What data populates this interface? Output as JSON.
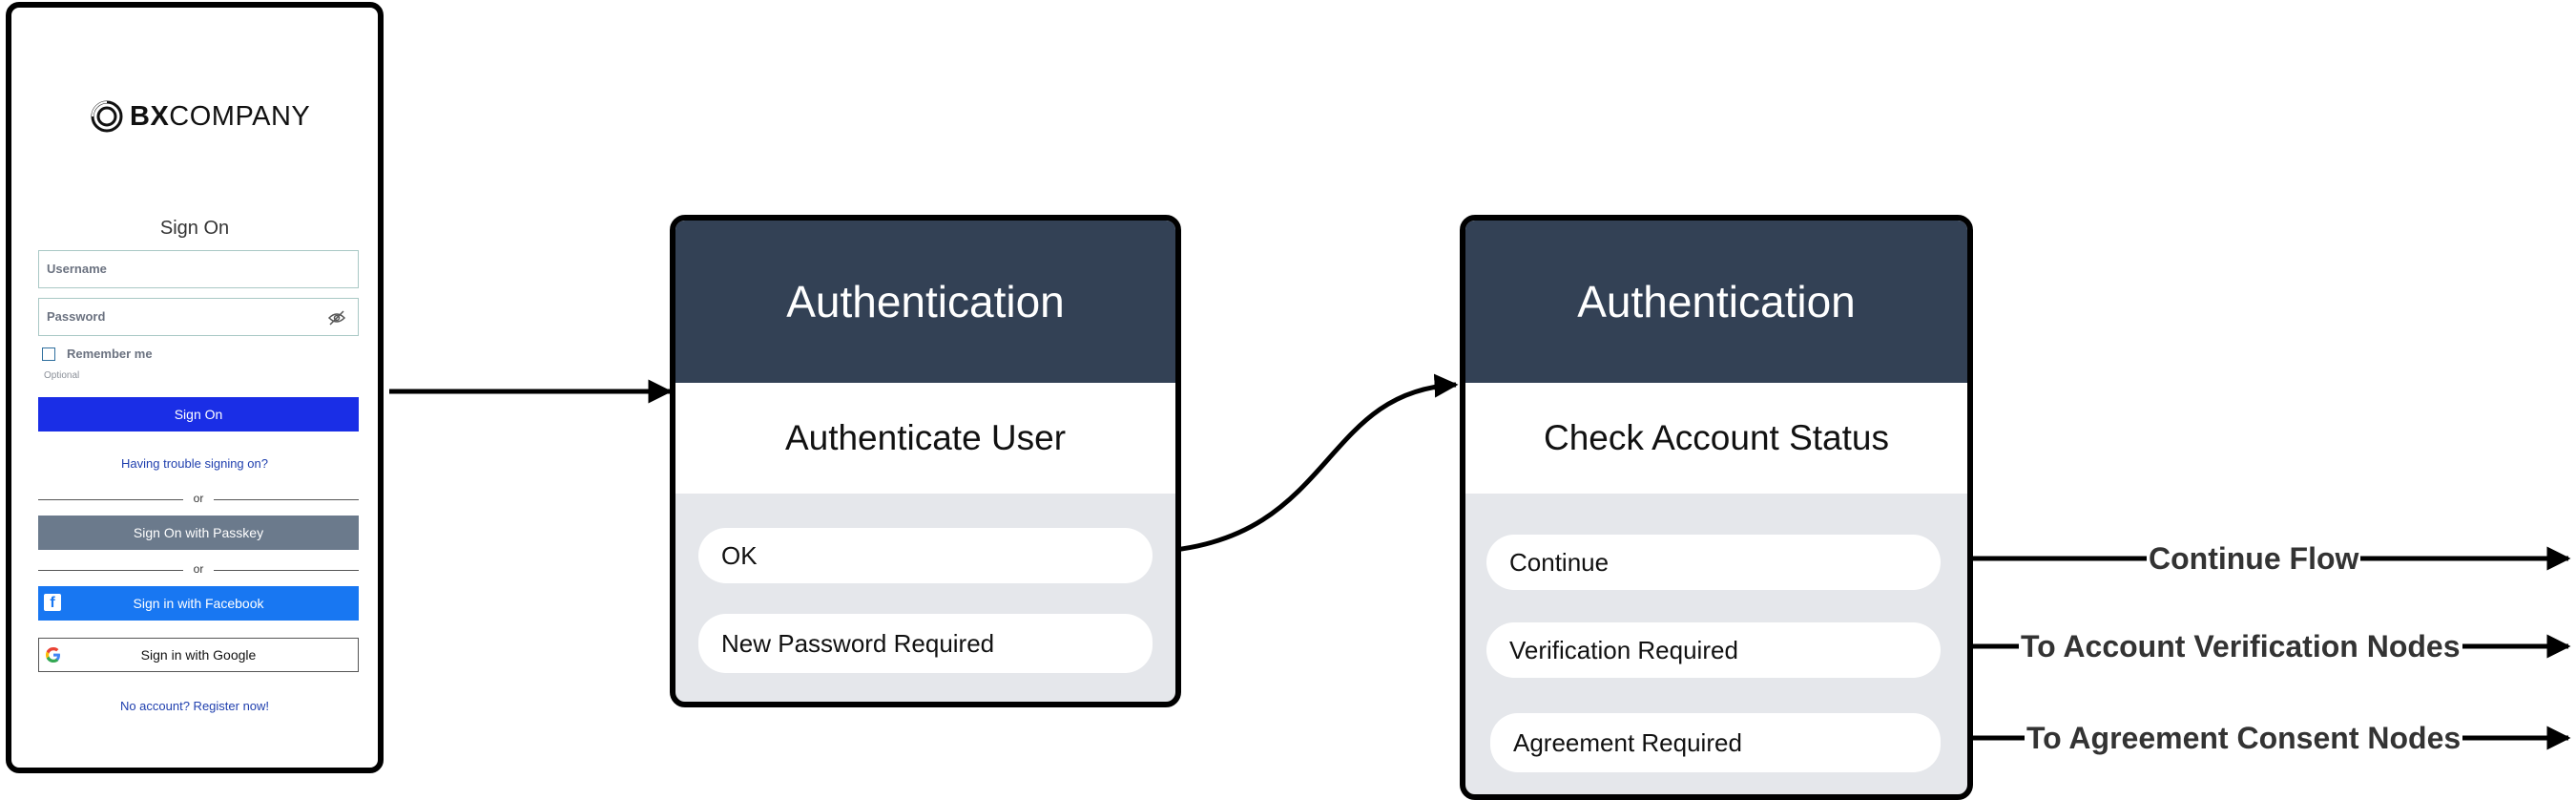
{
  "login": {
    "brand_bold": "BX",
    "brand_rest": "COMPANY",
    "title": "Sign On",
    "username_placeholder": "Username",
    "password_placeholder": "Password",
    "remember_label": "Remember me",
    "optional_label": "Optional",
    "sign_on_button": "Sign On",
    "trouble_link": "Having trouble signing on?",
    "or_1": "or",
    "passkey_button": "Sign On with Passkey",
    "or_2": "or",
    "facebook_button": "Sign in with Facebook",
    "google_button": "Sign in with Google",
    "register_link": "No account? Register now!"
  },
  "node1": {
    "header": "Authentication",
    "title": "Authenticate User",
    "outcomes": [
      "OK",
      "New Password Required"
    ]
  },
  "node2": {
    "header": "Authentication",
    "title": "Check Account Status",
    "outcomes": [
      "Continue",
      "Verification Required",
      "Agreement Required"
    ]
  },
  "edge_labels": {
    "continue": "Continue Flow",
    "verification": "To Account Verification Nodes",
    "agreement": "To Agreement Consent Nodes"
  },
  "colors": {
    "node_header": "#334155",
    "node_body": "#e5e7eb",
    "primary_button": "#1a2ee6",
    "passkey_button": "#6b7a8c",
    "facebook_button": "#1877f2"
  }
}
